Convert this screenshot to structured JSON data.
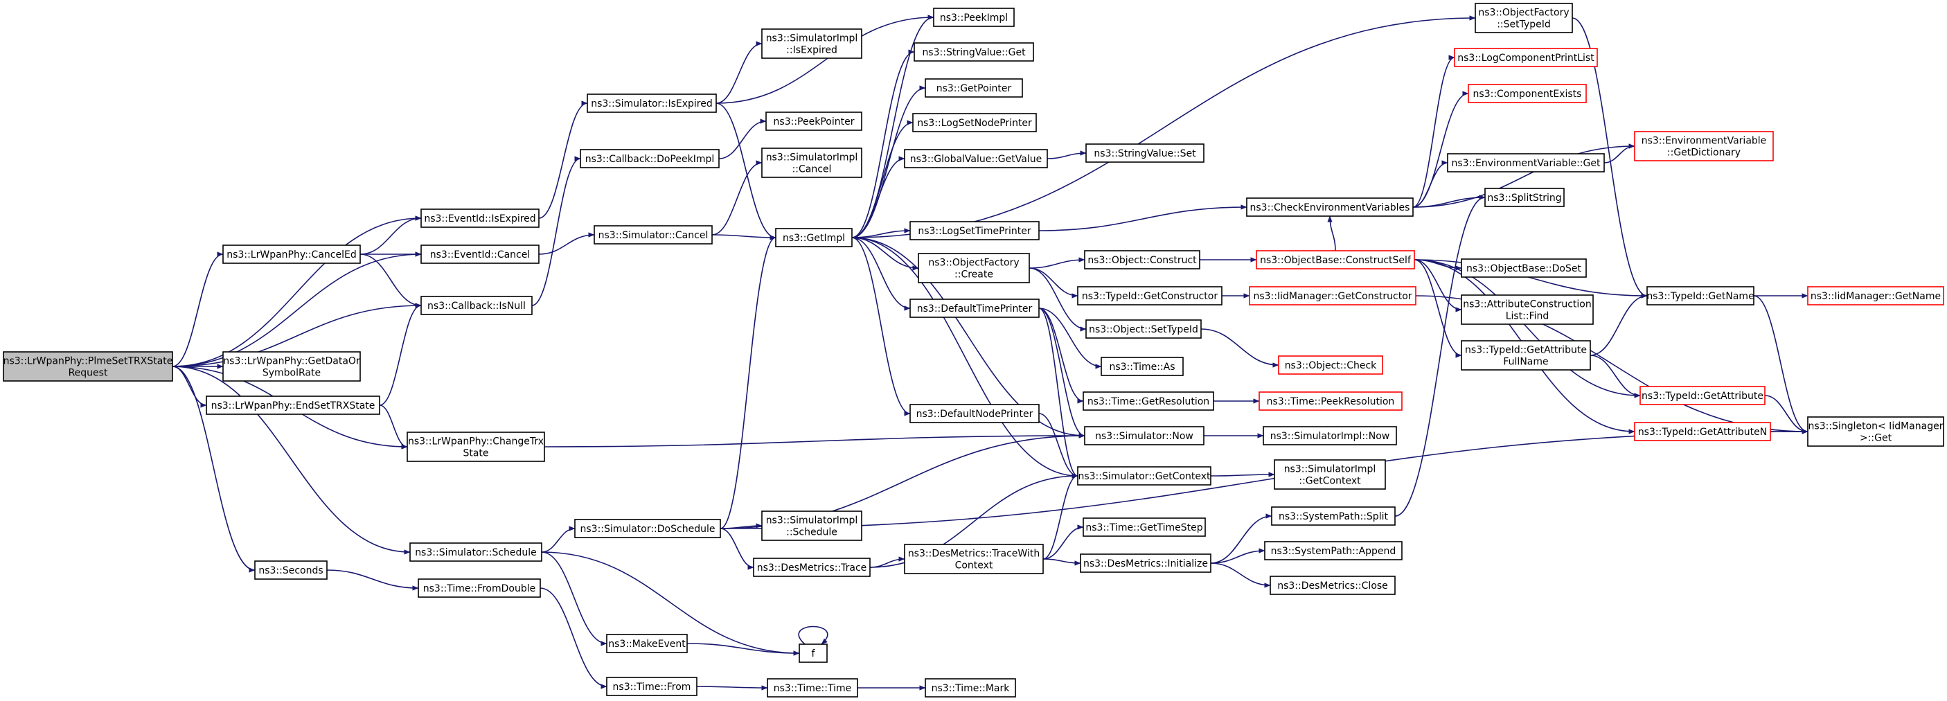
{
  "nodes": [
    {
      "id": "n0",
      "lines": [
        "ns3::LrWpanPhy::PlmeSetTRXState",
        "Request"
      ],
      "style": "root"
    },
    {
      "id": "n1",
      "lines": [
        "ns3::EventId::IsExpired"
      ]
    },
    {
      "id": "n2",
      "lines": [
        "ns3::LrWpanPhy::CancelEd"
      ]
    },
    {
      "id": "n3",
      "lines": [
        "ns3::EventId::Cancel"
      ]
    },
    {
      "id": "n4",
      "lines": [
        "ns3::Callback::IsNull"
      ]
    },
    {
      "id": "n5",
      "lines": [
        "ns3::LrWpanPhy::GetDataOr",
        "SymbolRate"
      ]
    },
    {
      "id": "n6",
      "lines": [
        "ns3::LrWpanPhy::EndSetTRXState"
      ]
    },
    {
      "id": "n7",
      "lines": [
        "ns3::LrWpanPhy::ChangeTrx",
        "State"
      ]
    },
    {
      "id": "n8",
      "lines": [
        "ns3::Simulator::Schedule"
      ]
    },
    {
      "id": "n9",
      "lines": [
        "ns3::Seconds"
      ]
    },
    {
      "id": "n10",
      "lines": [
        "ns3::Time::FromDouble"
      ]
    },
    {
      "id": "n11",
      "lines": [
        "ns3::Simulator::IsExpired"
      ]
    },
    {
      "id": "n12",
      "lines": [
        "ns3::Callback::DoPeekImpl"
      ]
    },
    {
      "id": "n13",
      "lines": [
        "ns3::Simulator::Cancel"
      ]
    },
    {
      "id": "n14",
      "lines": [
        "ns3::Simulator::DoSchedule"
      ]
    },
    {
      "id": "n15",
      "lines": [
        "ns3::MakeEvent"
      ]
    },
    {
      "id": "n16",
      "lines": [
        "ns3::Time::From"
      ]
    },
    {
      "id": "n17",
      "lines": [
        "ns3::SimulatorImpl",
        "::IsExpired"
      ]
    },
    {
      "id": "n18",
      "lines": [
        "ns3::PeekPointer"
      ]
    },
    {
      "id": "n19",
      "lines": [
        "ns3::SimulatorImpl",
        "::Cancel"
      ]
    },
    {
      "id": "n20",
      "lines": [
        "ns3::GetImpl"
      ]
    },
    {
      "id": "n21",
      "lines": [
        "ns3::SimulatorImpl",
        "::Schedule"
      ]
    },
    {
      "id": "n22",
      "lines": [
        "ns3::DesMetrics::Trace"
      ]
    },
    {
      "id": "n23",
      "lines": [
        "f"
      ]
    },
    {
      "id": "n24",
      "lines": [
        "ns3::Time::Time"
      ]
    },
    {
      "id": "n25",
      "lines": [
        "ns3::PeekImpl"
      ]
    },
    {
      "id": "n26",
      "lines": [
        "ns3::StringValue::Get"
      ]
    },
    {
      "id": "n27",
      "lines": [
        "ns3::GetPointer"
      ]
    },
    {
      "id": "n28",
      "lines": [
        "ns3::LogSetNodePrinter"
      ]
    },
    {
      "id": "n29",
      "lines": [
        "ns3::GlobalValue::GetValue"
      ]
    },
    {
      "id": "n30",
      "lines": [
        "ns3::LogSetTimePrinter"
      ]
    },
    {
      "id": "n31",
      "lines": [
        "ns3::ObjectFactory",
        "::Create"
      ]
    },
    {
      "id": "n32",
      "lines": [
        "ns3::DefaultTimePrinter"
      ]
    },
    {
      "id": "n33",
      "lines": [
        "ns3::DefaultNodePrinter"
      ]
    },
    {
      "id": "n34",
      "lines": [
        "ns3::DesMetrics::TraceWith",
        "Context"
      ]
    },
    {
      "id": "n35",
      "lines": [
        "ns3::Time::Mark"
      ]
    },
    {
      "id": "n36",
      "lines": [
        "ns3::StringValue::Set"
      ]
    },
    {
      "id": "n37",
      "lines": [
        "ns3::Object::Construct"
      ]
    },
    {
      "id": "n38",
      "lines": [
        "ns3::TypeId::GetConstructor"
      ]
    },
    {
      "id": "n39",
      "lines": [
        "ns3::Object::SetTypeId"
      ]
    },
    {
      "id": "n40",
      "lines": [
        "ns3::Time::As"
      ]
    },
    {
      "id": "n41",
      "lines": [
        "ns3::Time::GetResolution"
      ]
    },
    {
      "id": "n42",
      "lines": [
        "ns3::Simulator::Now"
      ]
    },
    {
      "id": "n43",
      "lines": [
        "ns3::Simulator::GetContext"
      ]
    },
    {
      "id": "n44",
      "lines": [
        "ns3::Time::GetTimeStep"
      ]
    },
    {
      "id": "n45",
      "lines": [
        "ns3::DesMetrics::Initialize"
      ]
    },
    {
      "id": "n46",
      "lines": [
        "ns3::ObjectFactory",
        "::SetTypeId"
      ]
    },
    {
      "id": "n47",
      "lines": [
        "ns3::CheckEnvironmentVariables"
      ]
    },
    {
      "id": "n48",
      "lines": [
        "ns3::ObjectBase::ConstructSelf"
      ],
      "style": "red"
    },
    {
      "id": "n49",
      "lines": [
        "ns3::IidManager::GetConstructor"
      ],
      "style": "red"
    },
    {
      "id": "n50",
      "lines": [
        "ns3::Object::Check"
      ],
      "style": "red"
    },
    {
      "id": "n51",
      "lines": [
        "ns3::Time::PeekResolution"
      ],
      "style": "red"
    },
    {
      "id": "n52",
      "lines": [
        "ns3::SimulatorImpl::Now"
      ]
    },
    {
      "id": "n53",
      "lines": [
        "ns3::SimulatorImpl",
        "::GetContext"
      ]
    },
    {
      "id": "n54",
      "lines": [
        "ns3::SystemPath::Split"
      ]
    },
    {
      "id": "n55",
      "lines": [
        "ns3::SystemPath::Append"
      ]
    },
    {
      "id": "n56",
      "lines": [
        "ns3::DesMetrics::Close"
      ]
    },
    {
      "id": "n57",
      "lines": [
        "ns3::LogComponentPrintList"
      ],
      "style": "red"
    },
    {
      "id": "n58",
      "lines": [
        "ns3::ComponentExists"
      ],
      "style": "red"
    },
    {
      "id": "n59",
      "lines": [
        "ns3::EnvironmentVariable::Get"
      ]
    },
    {
      "id": "n60",
      "lines": [
        "ns3::SplitString"
      ]
    },
    {
      "id": "n61",
      "lines": [
        "ns3::ObjectBase::DoSet"
      ]
    },
    {
      "id": "n62",
      "lines": [
        "ns3::AttributeConstruction",
        "List::Find"
      ]
    },
    {
      "id": "n63",
      "lines": [
        "ns3::TypeId::GetAttribute",
        "FullName"
      ]
    },
    {
      "id": "n64",
      "lines": [
        "ns3::EnvironmentVariable",
        "::GetDictionary"
      ],
      "style": "red"
    },
    {
      "id": "n65",
      "lines": [
        "ns3::TypeId::GetName"
      ]
    },
    {
      "id": "n66",
      "lines": [
        "ns3::TypeId::GetAttribute"
      ],
      "style": "red"
    },
    {
      "id": "n67",
      "lines": [
        "ns3::TypeId::GetAttributeN"
      ],
      "style": "red"
    },
    {
      "id": "n68",
      "lines": [
        "ns3::IidManager::GetName"
      ],
      "style": "red"
    },
    {
      "id": "n69",
      "lines": [
        "ns3::Singleton< IidManager",
        ">::Get"
      ]
    }
  ],
  "edges": [
    [
      "n0",
      "n1"
    ],
    [
      "n0",
      "n2"
    ],
    [
      "n0",
      "n3"
    ],
    [
      "n0",
      "n4"
    ],
    [
      "n0",
      "n5"
    ],
    [
      "n0",
      "n6"
    ],
    [
      "n0",
      "n7"
    ],
    [
      "n0",
      "n8"
    ],
    [
      "n0",
      "n9"
    ],
    [
      "n2",
      "n1"
    ],
    [
      "n2",
      "n3"
    ],
    [
      "n2",
      "n4"
    ],
    [
      "n6",
      "n4"
    ],
    [
      "n6",
      "n7"
    ],
    [
      "n1",
      "n11"
    ],
    [
      "n3",
      "n13"
    ],
    [
      "n4",
      "n12"
    ],
    [
      "n7",
      "n42"
    ],
    [
      "n8",
      "n14"
    ],
    [
      "n8",
      "n15"
    ],
    [
      "n8",
      "n23"
    ],
    [
      "n9",
      "n10"
    ],
    [
      "n10",
      "n16"
    ],
    [
      "n11",
      "n17"
    ],
    [
      "n11",
      "n20"
    ],
    [
      "n11",
      "n25"
    ],
    [
      "n12",
      "n18"
    ],
    [
      "n13",
      "n19"
    ],
    [
      "n13",
      "n20"
    ],
    [
      "n14",
      "n20"
    ],
    [
      "n14",
      "n21"
    ],
    [
      "n14",
      "n22"
    ],
    [
      "n14",
      "n42"
    ],
    [
      "n14",
      "n69"
    ],
    [
      "n15",
      "n23"
    ],
    [
      "n23",
      "n23"
    ],
    [
      "n16",
      "n24"
    ],
    [
      "n24",
      "n35"
    ],
    [
      "n20",
      "n25"
    ],
    [
      "n20",
      "n26"
    ],
    [
      "n20",
      "n27"
    ],
    [
      "n20",
      "n28"
    ],
    [
      "n20",
      "n29"
    ],
    [
      "n20",
      "n30"
    ],
    [
      "n20",
      "n31"
    ],
    [
      "n20",
      "n32"
    ],
    [
      "n20",
      "n33"
    ],
    [
      "n20",
      "n46"
    ],
    [
      "n22",
      "n34"
    ],
    [
      "n22",
      "n43"
    ],
    [
      "n29",
      "n36"
    ],
    [
      "n30",
      "n47"
    ],
    [
      "n31",
      "n37"
    ],
    [
      "n31",
      "n38"
    ],
    [
      "n31",
      "n39"
    ],
    [
      "n32",
      "n40"
    ],
    [
      "n32",
      "n41"
    ],
    [
      "n32",
      "n42"
    ],
    [
      "n32",
      "n43"
    ],
    [
      "n33",
      "n43"
    ],
    [
      "n34",
      "n43"
    ],
    [
      "n34",
      "n44"
    ],
    [
      "n34",
      "n45"
    ],
    [
      "n37",
      "n48"
    ],
    [
      "n38",
      "n49"
    ],
    [
      "n39",
      "n50"
    ],
    [
      "n41",
      "n51"
    ],
    [
      "n42",
      "n20"
    ],
    [
      "n42",
      "n52"
    ],
    [
      "n43",
      "n20"
    ],
    [
      "n43",
      "n53"
    ],
    [
      "n45",
      "n54"
    ],
    [
      "n45",
      "n55"
    ],
    [
      "n45",
      "n56"
    ],
    [
      "n46",
      "n65"
    ],
    [
      "n47",
      "n57"
    ],
    [
      "n47",
      "n58"
    ],
    [
      "n47",
      "n59"
    ],
    [
      "n47",
      "n60"
    ],
    [
      "n47",
      "n64"
    ],
    [
      "n48",
      "n61"
    ],
    [
      "n48",
      "n62"
    ],
    [
      "n48",
      "n63"
    ],
    [
      "n48",
      "n65"
    ],
    [
      "n48",
      "n66"
    ],
    [
      "n48",
      "n67"
    ],
    [
      "n48",
      "n47"
    ],
    [
      "n49",
      "n69"
    ],
    [
      "n54",
      "n60"
    ],
    [
      "n59",
      "n64"
    ],
    [
      "n63",
      "n65"
    ],
    [
      "n63",
      "n66"
    ],
    [
      "n65",
      "n68"
    ],
    [
      "n65",
      "n69"
    ],
    [
      "n66",
      "n69"
    ],
    [
      "n67",
      "n69"
    ]
  ]
}
